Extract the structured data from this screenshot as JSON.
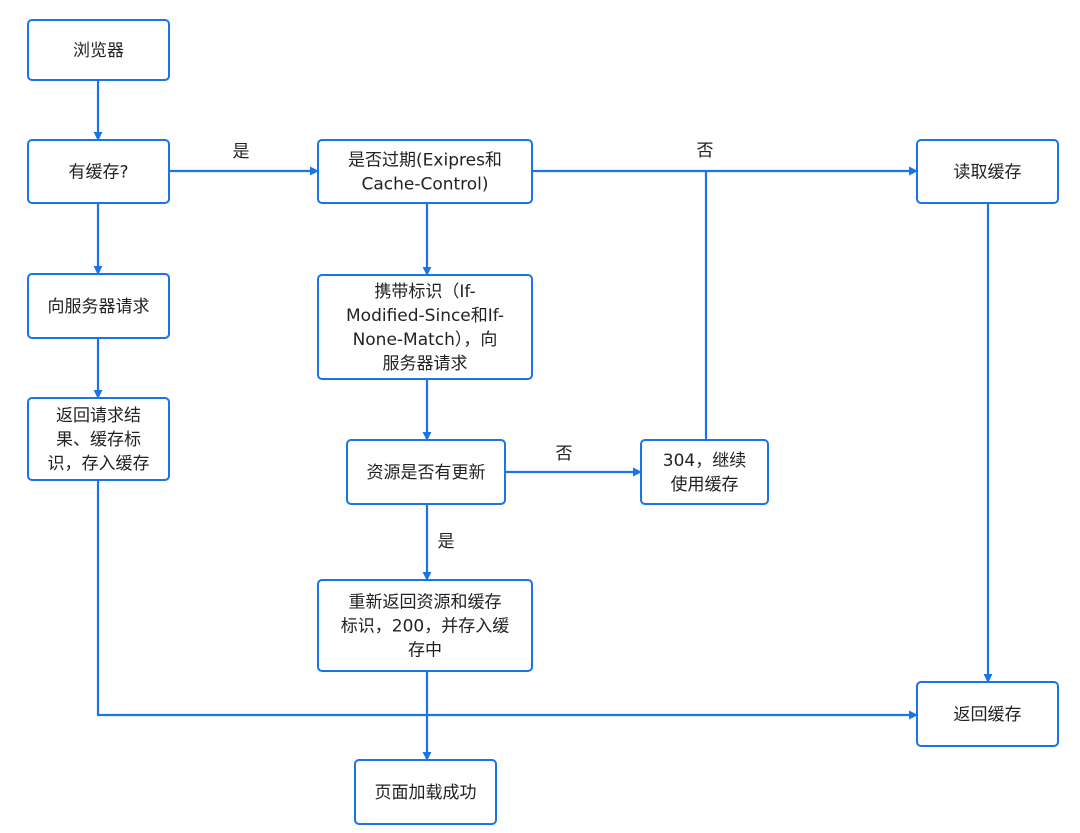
{
  "colors": {
    "accent": "#1a73e8",
    "text": "#222222",
    "background": "#ffffff"
  },
  "nodes": {
    "browser": [
      "浏览器"
    ],
    "has_cache": [
      "有缓存?"
    ],
    "expired_check": [
      "是否过期(Exipres和",
      "Cache-Control)"
    ],
    "read_cache": [
      "读取缓存"
    ],
    "request_server": [
      "向服务器请求"
    ],
    "conditional_request": [
      "携带标识（If-",
      "Modified-Since和If-",
      "None-Match），向",
      "服务器请求"
    ],
    "return_result": [
      "返回请求结",
      "果、缓存标",
      "识，存入缓存"
    ],
    "resource_updated": [
      "资源是否有更新"
    ],
    "not_modified": [
      "304，继续",
      "使用缓存"
    ],
    "return_new": [
      "重新返回资源和缓存",
      "标识，200，并存入缓",
      "存中"
    ],
    "return_cache": [
      "返回缓存"
    ],
    "page_loaded": [
      "页面加载成功"
    ]
  },
  "edge_labels": {
    "yes_cached": "是",
    "no_expired": "否",
    "no_updated": "否",
    "yes_updated": "是"
  }
}
